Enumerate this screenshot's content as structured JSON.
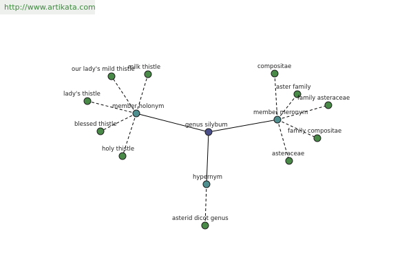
{
  "watermark": "http://www.artikata.com",
  "colors": {
    "center": "#4a4f8a",
    "relation": "#4f8f8f",
    "leaf": "#4a8a48"
  },
  "nodes": {
    "center": "genus silybum",
    "member_holonym": "member holonym",
    "member_meronym": "member meronym",
    "hypernym": "hypernym",
    "our_ladys_mild_thistle": "our lady's mild thistle",
    "milk_thistle": "milk thistle",
    "ladys_thistle": "lady's thistle",
    "blessed_thistle": "blessed thistle",
    "holy_thistle": "holy thistle",
    "compositae": "compositae",
    "aster_family": "aster family",
    "family_asteraceae": "family asteraceae",
    "family_compositae": "family compositae",
    "asteraceae": "asteraceae",
    "asterid_dicot_genus": "asterid dicot genus"
  }
}
